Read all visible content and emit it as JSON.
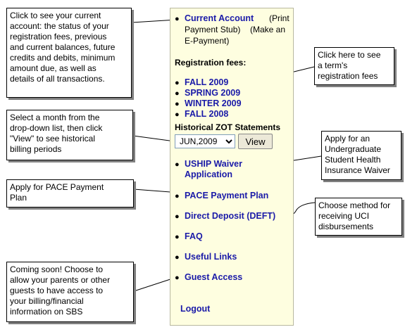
{
  "menu": {
    "current_account": {
      "label": "Current Account",
      "stub": "(Print",
      "stub2": "Payment Stub)",
      "epay": "(Make an",
      "epay2": "E-Payment)"
    },
    "registration_header": "Registration fees:",
    "terms": [
      "FALL 2009",
      "SPRING 2009",
      "WINTER 2009",
      "FALL 2008"
    ],
    "zot_header": "Historical ZOT Statements",
    "month_value": "JUN,2009",
    "view_label": "View",
    "uship_line1": "USHIP Waiver",
    "uship_line2": "Application",
    "pace": "PACE Payment Plan",
    "deft": "Direct Deposit (DEFT)",
    "faq": "FAQ",
    "links": "Useful Links",
    "guest": "Guest Access",
    "logout": "Logout"
  },
  "callouts": {
    "account": [
      "Click to see your current",
      "account: the status of your",
      "registration fees, previous",
      "and current balances, future",
      "credits and debits, minimum",
      "amount due, as well as",
      "details of all transactions."
    ],
    "term": [
      "Click here to see",
      "a term's",
      "registration fees"
    ],
    "month": [
      "Select a month from the",
      "drop-down list, then click",
      "\"View\" to see historical",
      "billing periods"
    ],
    "uship": [
      "Apply for an",
      "Undergraduate",
      "Student Health",
      "Insurance Waiver"
    ],
    "pace": [
      "Apply for PACE Payment",
      "Plan"
    ],
    "deft": [
      "Choose method for",
      "receiving UCI",
      "disbursements"
    ],
    "guest": [
      "Coming soon! Choose to",
      "allow your parents or other",
      "guests  to have access to",
      "your billing/financial",
      "information on SBS"
    ]
  }
}
